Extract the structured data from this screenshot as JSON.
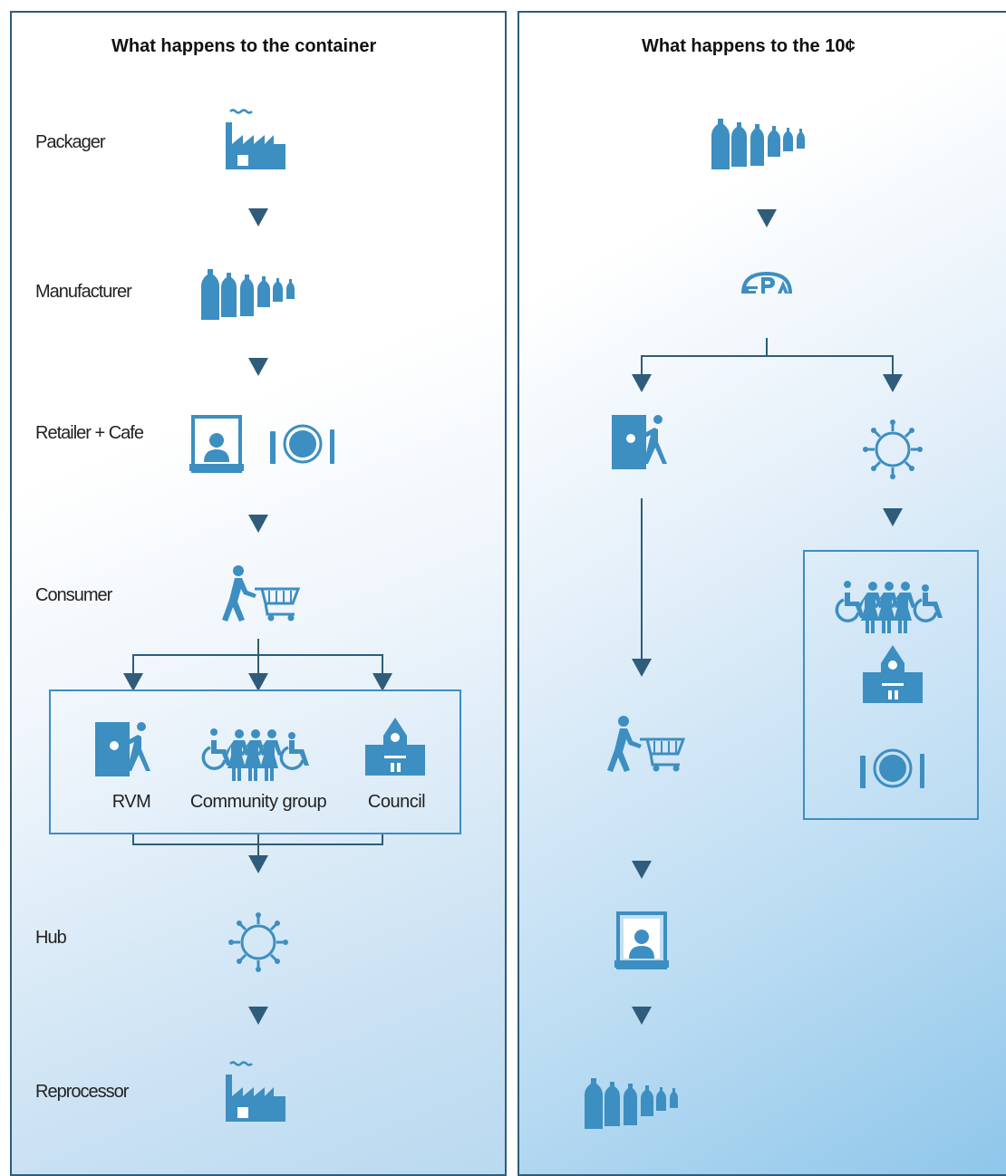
{
  "colors": {
    "icon": "#3d8ec1",
    "arrow": "#2f5c7a",
    "border": "#2f5c7a"
  },
  "container_flow": {
    "title": "What happens to the container",
    "stages": [
      {
        "label": "Packager",
        "icon": "factory-icon"
      },
      {
        "label": "Manufacturer",
        "icon": "bottles-icon"
      },
      {
        "label": "Retailer + Cafe",
        "icon": "shop-and-cafe-icon"
      },
      {
        "label": "Consumer",
        "icon": "shopper-trolley-icon"
      },
      {
        "label": "Hub",
        "icon": "hub-icon"
      },
      {
        "label": "Reprocessor",
        "icon": "factory-icon"
      }
    ],
    "collection_points": [
      {
        "label": "RVM",
        "icon": "rvm-icon"
      },
      {
        "label": "Community group",
        "icon": "community-group-icon"
      },
      {
        "label": "Council",
        "icon": "council-icon"
      }
    ]
  },
  "refund_flow": {
    "title": "What happens to the 10¢",
    "nodes": [
      "bottles-icon",
      "epa-icon",
      "rvm-icon",
      "hub-icon",
      "shopper-trolley-icon",
      "shop-icon",
      "bottles-icon"
    ],
    "beneficiaries": [
      "community-group-icon",
      "council-icon",
      "cafe-icon"
    ]
  }
}
